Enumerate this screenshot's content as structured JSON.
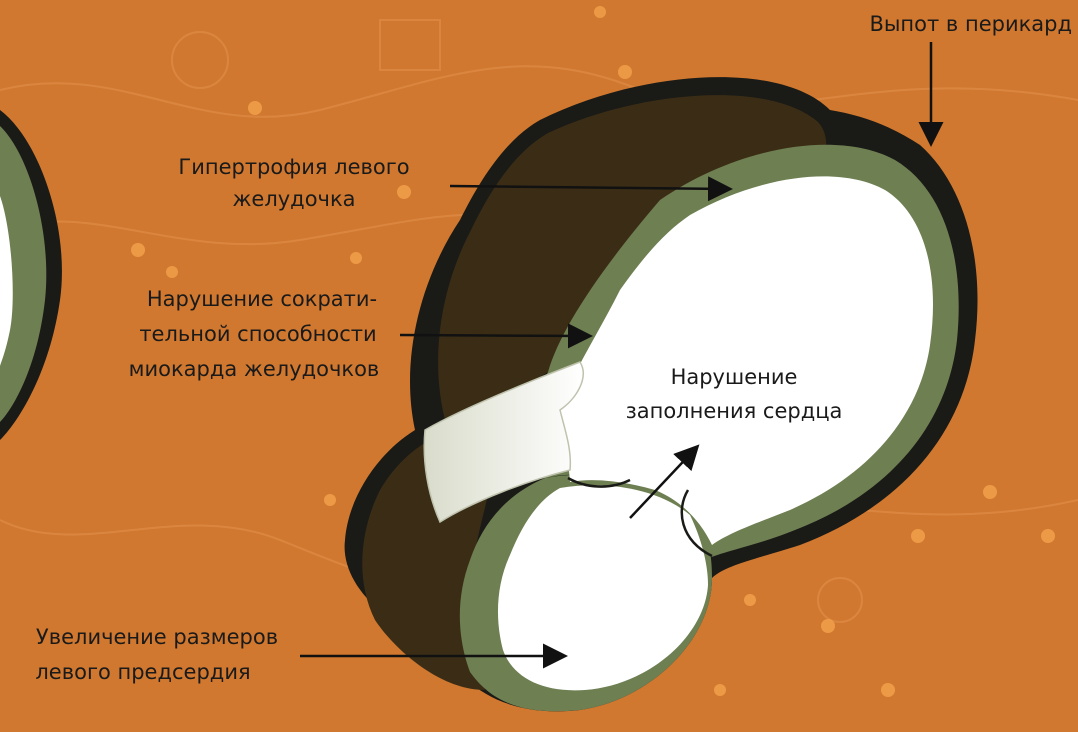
{
  "colors": {
    "background": "#d0782f",
    "background_light": "#e08a3e",
    "background_dark": "#b8652a",
    "outline": "#1a1a17",
    "myocardium_green": "#6e7f52",
    "hypertrophy_brown": "#3b2d15",
    "cavity": "#ffffff",
    "arrow": "#111111"
  },
  "labels": {
    "effusion": "Выпот в перикард",
    "hypertrophy_line1": "Гипертрофия левого",
    "hypertrophy_line2": "желудочка",
    "contractility_line1": "Нарушение сократи-",
    "contractility_line2": "тельной способности",
    "contractility_line3": "миокарда желудочков",
    "filling_line1": "Нарушение",
    "filling_line2": "заполнения сердца",
    "atrium_line1": "Увеличение размеров",
    "atrium_line2": "левого предсердия"
  }
}
